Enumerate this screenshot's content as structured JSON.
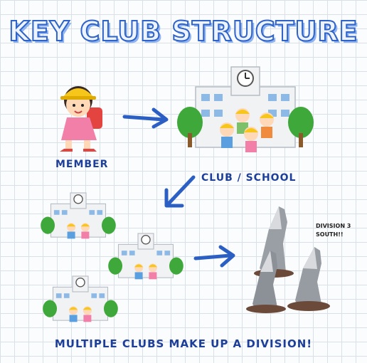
{
  "title": "KEY CLUB STRUCTURE",
  "labels": {
    "member": "MEMBER",
    "club": "CLUB / SCHOOL",
    "division_line1": "DIVISION 3",
    "division_line2": "SOUTH!!",
    "footer": "MULTIPLE CLUBS MAKE UP A DIVISION!"
  },
  "colors": {
    "title_outline": "#2f63c8",
    "arrow": "#2b5fc4",
    "label_text": "#1d3f9a"
  },
  "icons": {
    "member": "child-student-icon",
    "school": "school-building-icon",
    "division": "howling-wolves-icon"
  }
}
